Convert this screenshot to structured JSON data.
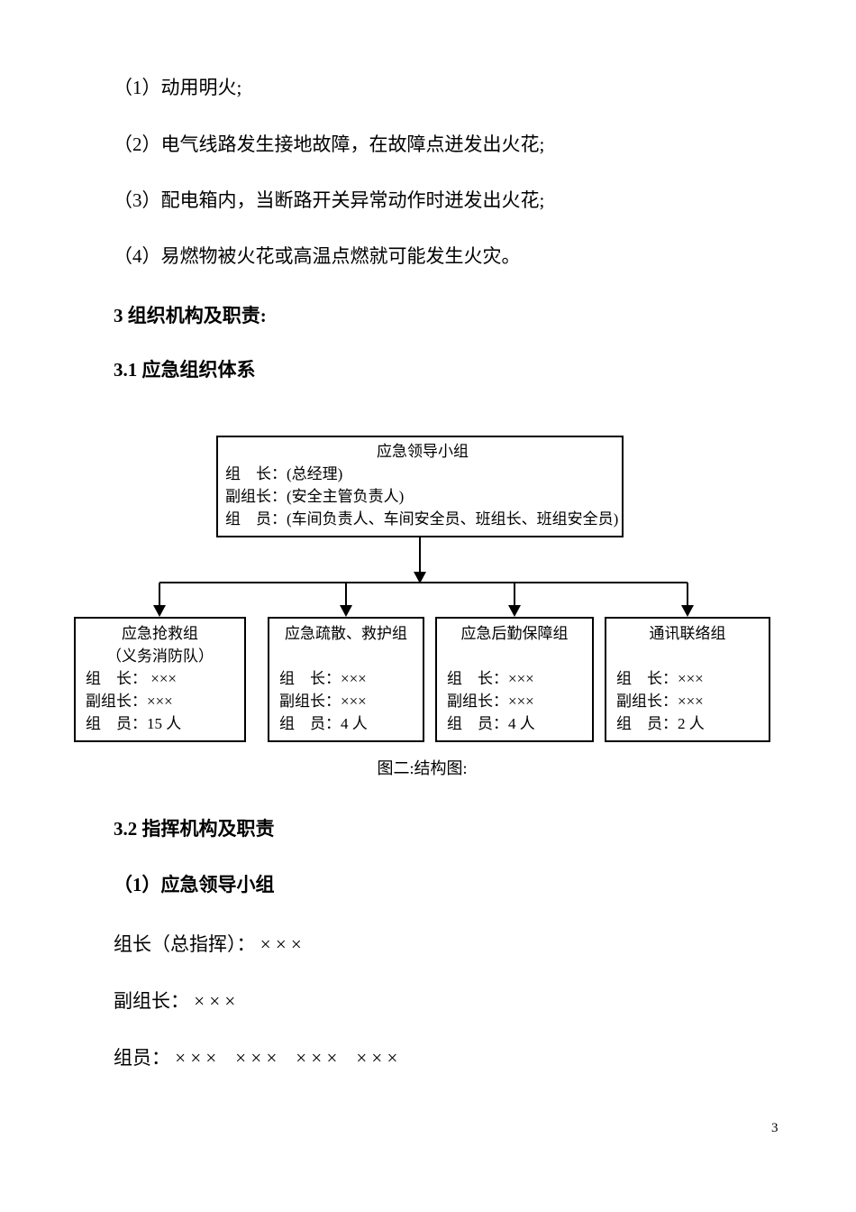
{
  "paragraphs": {
    "item1": "（1）动用明火;",
    "item2": "（2）电气线路发生接地故障，在故障点迸发出火花;",
    "item3": "（3）配电箱内，当断路开关异常动作时迸发出火花;",
    "item4": "（4）易燃物被火花或高温点燃就可能发生火灾。"
  },
  "headings": {
    "section3": "3 组织机构及职责:",
    "section3_1": "3.1 应急组织体系",
    "section3_2": "3.2 指挥机构及职责",
    "section3_2_sub1": "（1）应急领导小组"
  },
  "diagram": {
    "caption": "图二:结构图:",
    "leader_box": {
      "title": "应急领导小组",
      "lines": [
        "组　长：(总经理)",
        "副组长：(安全主管负责人)",
        "组　员：(车间负责人、车间安全员、班组长、班组安全员)"
      ]
    },
    "teams": [
      {
        "title": "应急抢救组",
        "subtitle": "（义务消防队）",
        "lines": [
          "组　长： ×××",
          "副组长：×××",
          "组　员：15 人"
        ]
      },
      {
        "title": "应急疏散、救护组",
        "subtitle": "",
        "lines": [
          "组　长：×××",
          "副组长：×××",
          "组　员：4 人"
        ]
      },
      {
        "title": "应急后勤保障组",
        "subtitle": "",
        "lines": [
          "组　长：×××",
          "副组长：×××",
          "组　员：4 人"
        ]
      },
      {
        "title": "通讯联络组",
        "subtitle": "",
        "lines": [
          "组　长：×××",
          "副组长：×××",
          "组　员：2 人"
        ]
      }
    ]
  },
  "command": {
    "leader_line": "组长（总指挥）： × × ×",
    "deputy_line": "副组长： × × ×",
    "members_line": "组员： × × ×    × × ×    × × ×    × × ×"
  },
  "page": {
    "number": "3"
  }
}
